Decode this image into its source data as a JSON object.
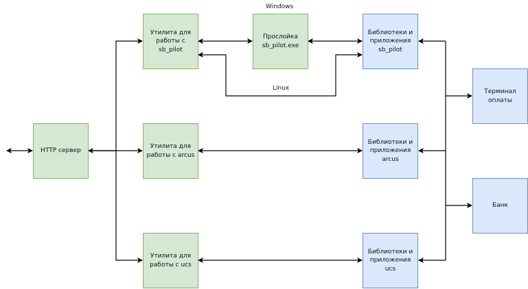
{
  "nodes": {
    "http_server": "HTTP сервер",
    "util_sb_pilot": "Утилита для\nработы с\nsb_pilot",
    "util_arcus": "Утилита для\nработы с arcus",
    "util_ucs": "Утилита для\nработы с ucs",
    "proxy": "Прослойка\nsb_pilot.exe",
    "lib_sb_pilot": "Библиотеки и\nприложения\nsb_pilot",
    "lib_arcus": "Библиотеки и\nприложения\narcus",
    "lib_ucs": "Библиотеки и\nприложения\nucs",
    "terminal": "Терминал\nоплаты",
    "bank": "Банк"
  },
  "labels": {
    "windows": "Windows",
    "linux": "Linux"
  },
  "colors": {
    "green_fill": "#d5e8d4",
    "green_stroke": "#82b366",
    "blue_fill": "#dae8fc",
    "blue_stroke": "#6c8ebf",
    "edge": "#000000"
  }
}
